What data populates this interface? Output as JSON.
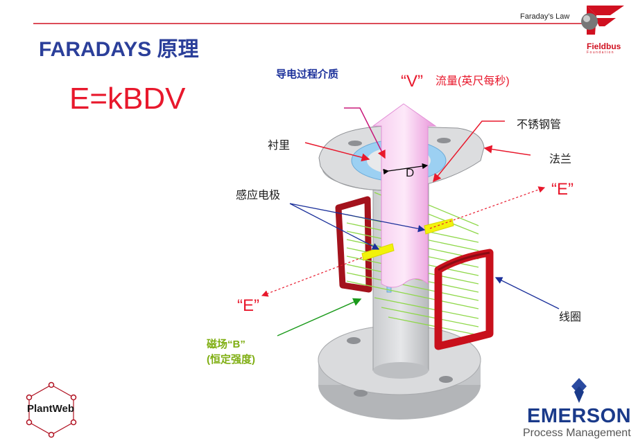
{
  "header": {
    "topic": "Faraday’s Law"
  },
  "slide": {
    "title": "FARADAYS 原理",
    "formula": "E=kBDV"
  },
  "diagram": {
    "conductive_medium": "导电过程介质",
    "velocity_label": "“V”",
    "flow_label": "流量(英尺每秒)",
    "pipe_label": "不锈钢管",
    "liner_label": "衬里",
    "flange_label": "法兰",
    "diameter_label": "D",
    "electrode_label": "感应电极",
    "e_right": "“E”",
    "e_left": "“E”",
    "coil_label": "线圈",
    "field_label": "磁场“B”",
    "field_sub": "(恒定强度)"
  },
  "logos": {
    "fieldbus": "Fieldbus",
    "fieldbus_sub": "Foundation",
    "plantweb": "PlantWeb",
    "emerson": "EMERSON",
    "emerson_sub": "Process Management"
  },
  "colors": {
    "title": "#2b3f9a",
    "accent_red": "#e8182c",
    "field_green": "#7fae12",
    "coil": "#a3121c",
    "electrode": "#f2f20a",
    "arrow_pink": "#f2a8e6"
  }
}
